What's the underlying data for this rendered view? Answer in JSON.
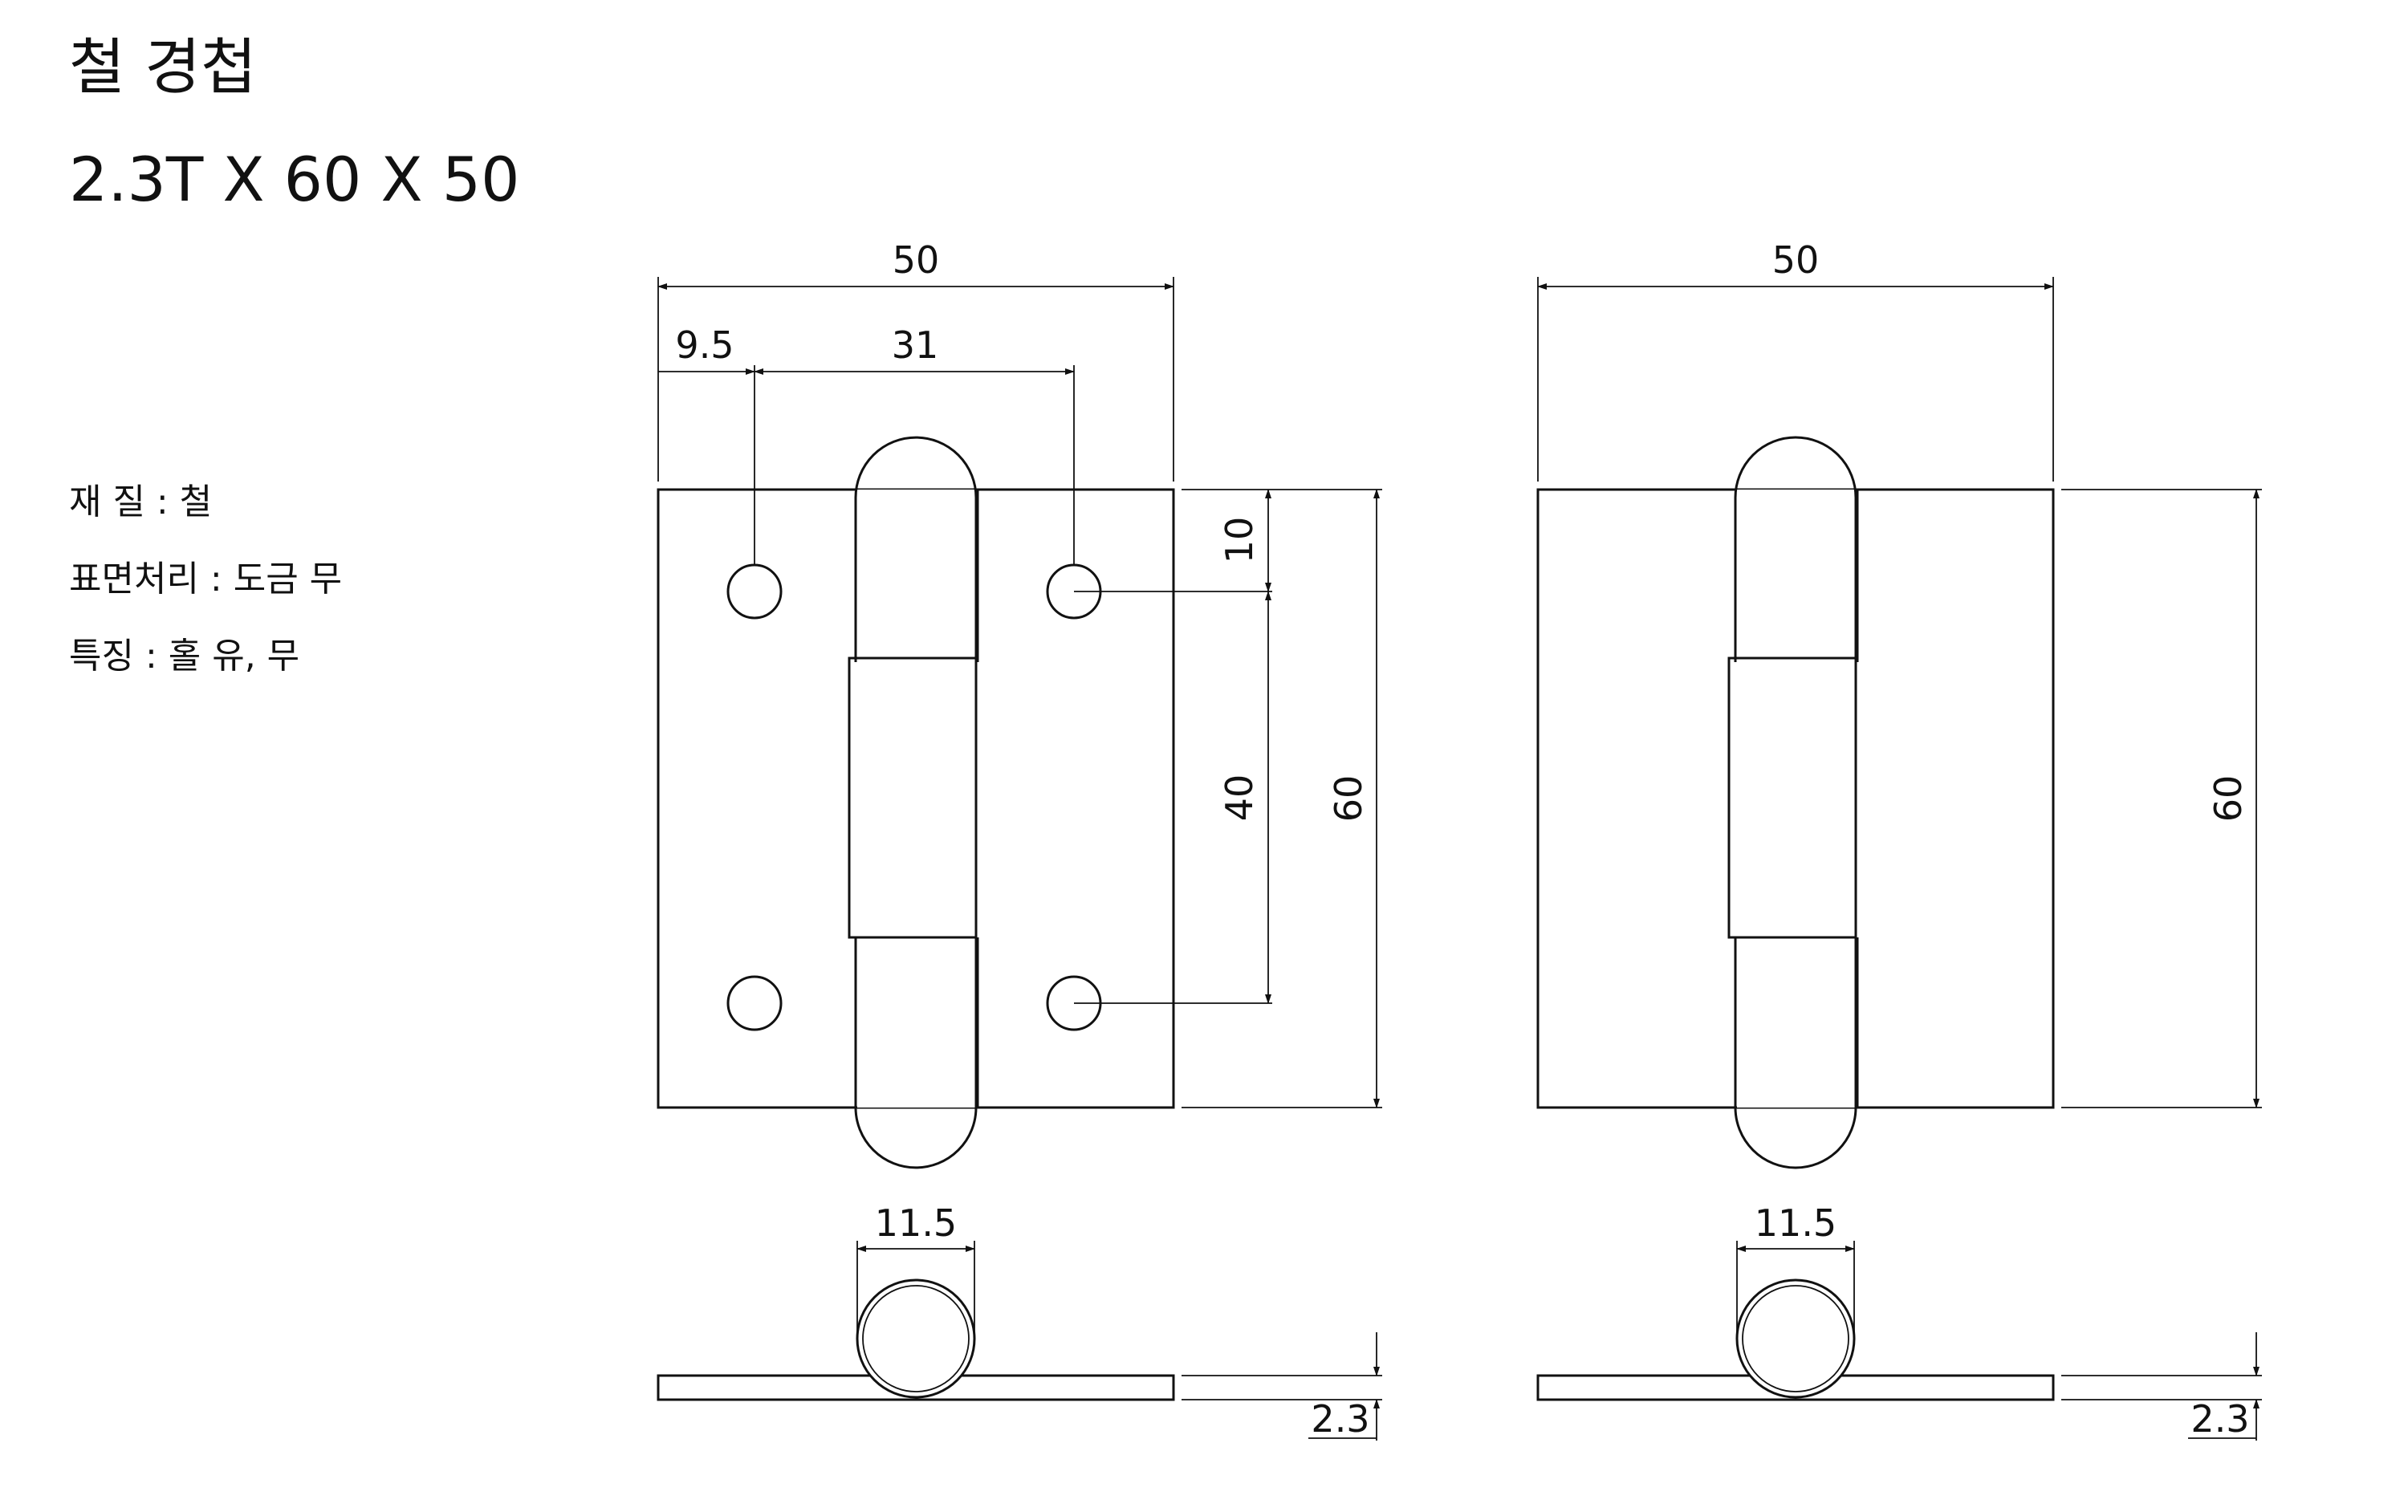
{
  "title": {
    "line1": "철 경첩",
    "line2": "2.3T X 60 X 50"
  },
  "specs": [
    "재 질 : 철",
    "표면처리 : 도금 무",
    "특징 : 홀 유, 무"
  ],
  "views": {
    "with_holes": {
      "width_total": "50",
      "hole_offset": "9.5",
      "hole_spacing_x": "31",
      "hole_top_offset": "10",
      "hole_spacing_y": "40",
      "height": "60",
      "knuckle_diameter": "11.5",
      "thickness": "2.3"
    },
    "without_holes": {
      "width_total": "50",
      "height": "60",
      "knuckle_diameter": "11.5",
      "thickness": "2.3"
    }
  }
}
